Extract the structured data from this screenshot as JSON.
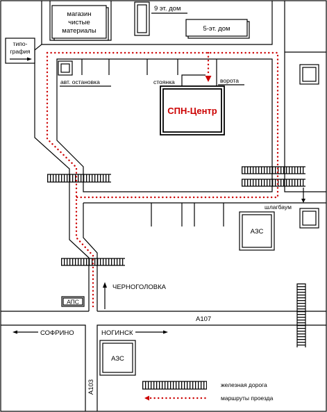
{
  "map": {
    "labels": {
      "shop": [
        "магазин",
        "чистые",
        "материалы"
      ],
      "house_9_floors": "9 эт. дом",
      "house_5_floors": "5-эт. дом",
      "printing_house": [
        "типо-",
        "графия"
      ],
      "bus_stop": "авт. остановка",
      "parking": "стоянка",
      "gate": "ворота",
      "center": "СПН-Центр",
      "barrier": "шлагбаум",
      "gas_station_east": "АЗС",
      "direction_chernogolovka": "ЧЕРНОГОЛОВКА",
      "aps": "АПС",
      "highway_a107": "А107",
      "direction_sofrino": "СОФРИНО",
      "direction_noginsk": "НОГИНСК",
      "highway_a103": "А103",
      "gas_station_south": "АЗС"
    },
    "legend": {
      "railway": "железная дорога",
      "route": "маршруты проезда"
    },
    "colors": {
      "lines": "#000000",
      "route": "#cc0000",
      "center_label": "#cc0000",
      "background": "#ffffff"
    }
  }
}
